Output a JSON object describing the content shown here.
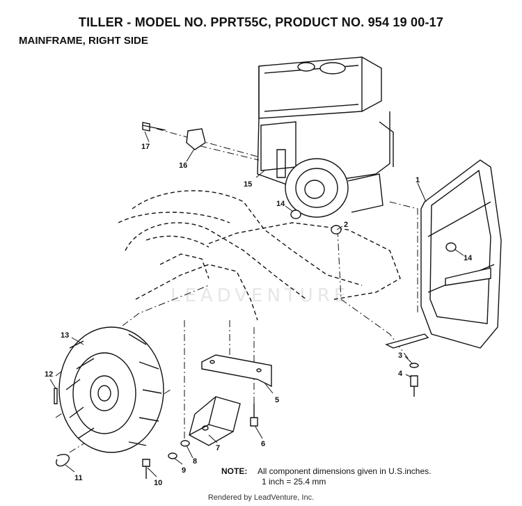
{
  "header": {
    "title": "TILLER - MODEL NO. PPRT55C, PRODUCT NO. 954 19 00-17",
    "subtitle": "MAINFRAME, RIGHT SIDE"
  },
  "watermark": "LEADVENTURE",
  "callouts": [
    "1",
    "2",
    "3",
    "4",
    "5",
    "6",
    "7",
    "8",
    "9",
    "10",
    "11",
    "12",
    "13",
    "14",
    "14",
    "15",
    "16",
    "17"
  ],
  "note": {
    "label": "NOTE:",
    "line1": "All component dimensions given in U.S.inches.",
    "line2": "1 inch = 25.4 mm"
  },
  "footer": "Rendered by LeadVenture, Inc."
}
